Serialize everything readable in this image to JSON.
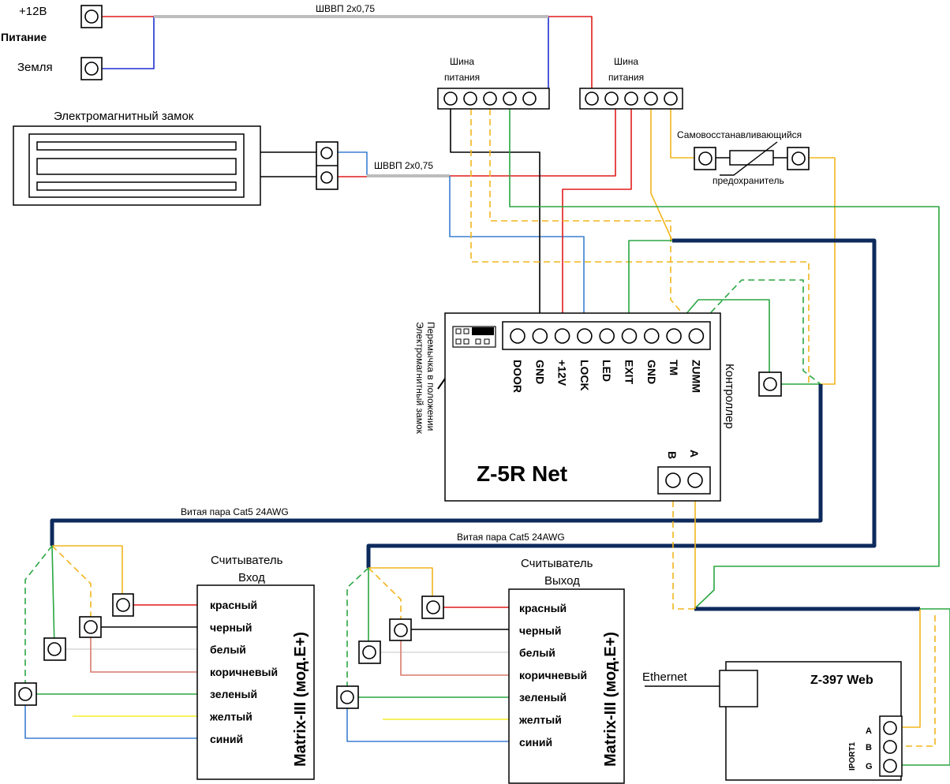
{
  "power": {
    "plus_label": "+12В",
    "title": "Питание",
    "ground_label": "Земля"
  },
  "cable_power_label": "ШВВП 2х0,75",
  "cable_lock_label": "ШВВП 2х0,75",
  "bus_left": {
    "label_line1": "Шина",
    "label_line2": "питания"
  },
  "bus_right": {
    "label_line1": "Шина",
    "label_line2": "питания"
  },
  "lock": {
    "label": "Электромагнитный замок"
  },
  "fuse": {
    "label_line1": "Самовосстанавливающийся",
    "label_line2": "предохранитель"
  },
  "controller": {
    "name": "Z-5R Net",
    "side_label": "Контроллер",
    "terminals": [
      "DOOR",
      "GND",
      "+12V",
      "LOCK",
      "LED",
      "EXIT",
      "GND",
      "TM",
      "ZUMM"
    ],
    "rs485": [
      "B",
      "A"
    ],
    "jumper_note_line1": "Перемычка в положении",
    "jumper_note_line2": "Электромагнитный замок"
  },
  "twisted_pair_1": "Витая пара Cat5 24AWG",
  "twisted_pair_2": "Витая пара Cat5 24AWG",
  "reader_in": {
    "title_line1": "Считыватель",
    "title_line2": "Вход",
    "model": "Matrix-III (мод.E+)",
    "wires": [
      "красный",
      "черный",
      "белый",
      "коричневый",
      "зеленый",
      "желтый",
      "синий"
    ]
  },
  "reader_out": {
    "title_line1": "Считыватель",
    "title_line2": "Выход",
    "model": "Matrix-III (мод.E+)",
    "wires": [
      "красный",
      "черный",
      "белый",
      "коричневый",
      "зеленый",
      "желтый",
      "синий"
    ]
  },
  "converter": {
    "name": "Z-397 Web",
    "ethernet_label": "Ethernet",
    "port_label": "IPORT1",
    "pins": [
      "A",
      "B",
      "G"
    ]
  },
  "colors": {
    "red": "#e11b1b",
    "blue": "#1f2fd0",
    "black": "#000000",
    "orange": "#f2b51d",
    "green": "#2aa640",
    "lightblue": "#3b7fd0",
    "navy": "#0d2a5c",
    "gray": "#bdbdbd",
    "white_wire": "#d8d8d8",
    "brown": "#d8796c",
    "yellow": "#f4ee2a"
  }
}
